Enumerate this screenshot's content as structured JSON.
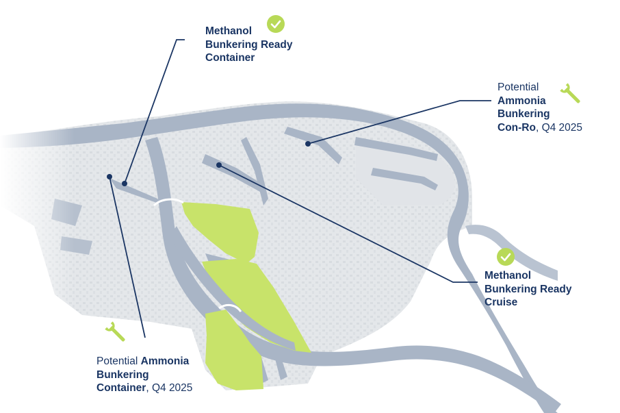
{
  "colors": {
    "water": "#a9b5c6",
    "water_light": "#cfd6e0",
    "land": "#e4e7ea",
    "land_dark": "#d5d9de",
    "highlight": "#c8e36a",
    "leader": "#1a3563",
    "text": "#1a3563",
    "icon_green": "#b8d957"
  },
  "labels": {
    "methanol_container": {
      "line1": "Methanol",
      "line2": "Bunkering Ready",
      "line3": "Container",
      "icon": "checkmark-circle-icon"
    },
    "ammonia_conro": {
      "line1": "Potential",
      "line2": "Ammonia",
      "line3": "Bunkering",
      "line4_bold": "Con-Ro",
      "line4_rest": ", Q4 2025",
      "icon": "wrench-icon"
    },
    "methanol_cruise": {
      "line1": "Methanol",
      "line2": "Bunkering Ready",
      "line3": "Cruise",
      "icon": "checkmark-circle-icon"
    },
    "ammonia_container": {
      "line1_regular": "Potential ",
      "line1_bold": "Ammonia",
      "line2": "Bunkering",
      "line3_bold": "Container",
      "line3_rest": ", Q4 2025",
      "icon": "wrench-icon"
    }
  }
}
